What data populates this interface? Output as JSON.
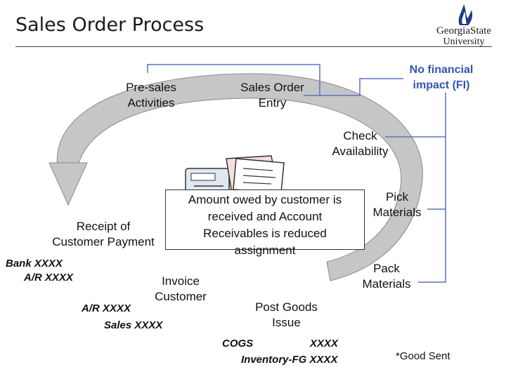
{
  "header": {
    "title": "Sales Order Process",
    "logo_line1": "GeorgiaState",
    "logo_line2": "University"
  },
  "steps": {
    "presales": [
      "Pre-sales",
      "Activities"
    ],
    "order_entry": [
      "Sales Order",
      "Entry"
    ],
    "check": [
      "Check",
      "Availability"
    ],
    "pick": [
      "Pick",
      "Materials"
    ],
    "pack": [
      "Pack",
      "Materials"
    ],
    "post_goods": [
      "Post Goods",
      "Issue"
    ],
    "invoice": [
      "Invoice",
      "Customer"
    ],
    "receipt": [
      "Receipt of",
      "Customer Payment"
    ]
  },
  "notes": {
    "no_financial": [
      "No financial",
      "impact (FI)"
    ],
    "good_sent": "*Good Sent"
  },
  "callout": [
    "Amount owed by customer is",
    "received  and Account",
    "Receivables is reduced",
    "assignment"
  ],
  "entries": {
    "bank": "Bank  XXXX",
    "ar_credit": "A/R    XXXX",
    "ar_debit": "A/R    XXXX",
    "sales": "Sales  XXXX",
    "cogs": "COGS",
    "cogs_amount": "XXXX",
    "inventory": "Inventory-FG  XXXX"
  },
  "colors": {
    "accent_blue": "#3454b4",
    "cycle_fill": "#c6c6c6",
    "connector": "#5b72c0"
  }
}
